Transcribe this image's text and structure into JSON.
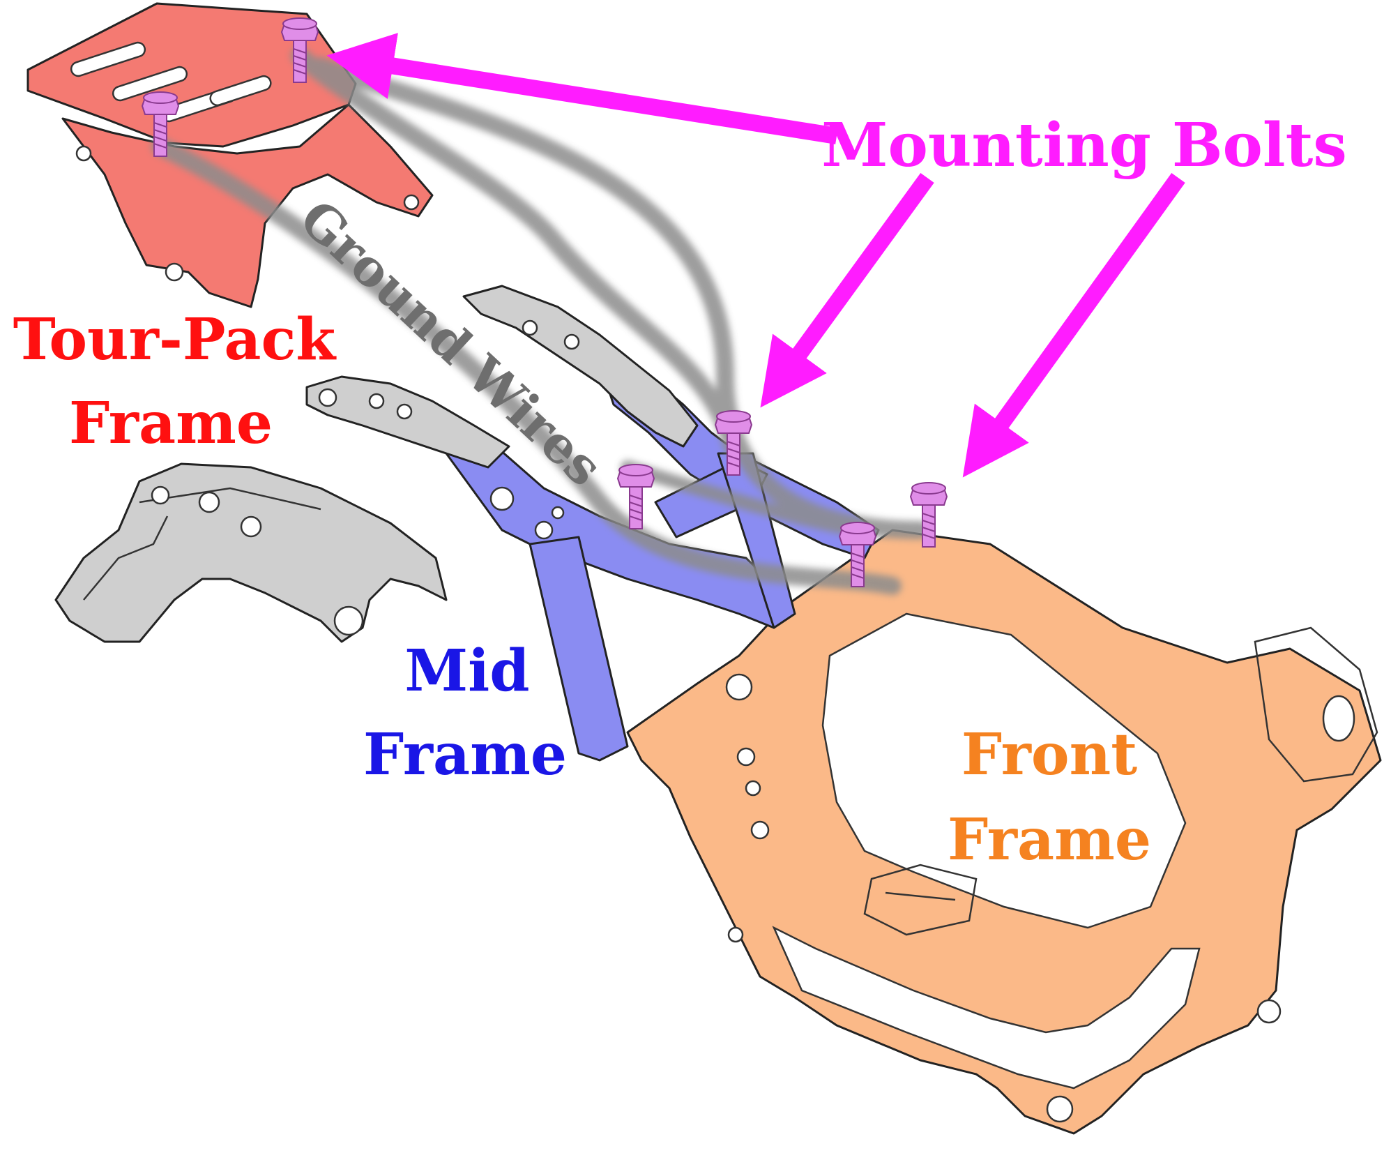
{
  "colors": {
    "tour_pack": "#f47a72",
    "mid_frame": "#8a8cf2",
    "front_frame": "#fbb988",
    "fender_struts": "#cfcfcf",
    "bolts": "#e08ee8",
    "callout": "#ff1cff",
    "ground_wire": "#8c8c8c"
  },
  "labels": {
    "mounting_bolts": "Mounting Bolts",
    "ground_wires": "Ground Wires",
    "tour_pack_line1": "Tour-Pack",
    "tour_pack_line2": "Frame",
    "mid_line1": "Mid",
    "mid_line2": "Frame",
    "front_line1": "Front",
    "front_line2": "Frame"
  },
  "label_colors": {
    "mounting_bolts": "#ff1cff",
    "ground_wires": "#6e6e6e",
    "tour_pack": "#ff1010",
    "mid": "#1a16e6",
    "front": "#f58220"
  },
  "icons": [
    "bolt-icon",
    "callout-arrow-icon"
  ]
}
